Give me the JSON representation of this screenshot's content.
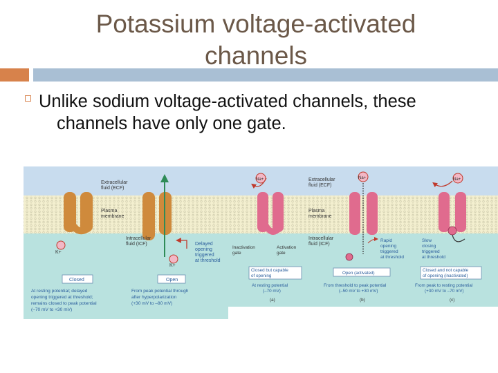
{
  "slide": {
    "title_line1": "Potassium voltage-activated",
    "title_line2": "channels",
    "body_line1": "Unlike sodium voltage-activated channels, these",
    "body_line2": "channels have only one gate."
  },
  "k_panel": {
    "ecf": [
      "Extracellular",
      "fluid (ECF)"
    ],
    "membrane": [
      "Plasma",
      "membrane"
    ],
    "icf": [
      "Intracellular",
      "fluid (ICF)"
    ],
    "ion": "K+",
    "delayed": [
      "Delayed",
      "opening",
      "triggered",
      "at threshold"
    ],
    "closed": "Closed",
    "open": "Open",
    "desc_left": [
      "At resting potential; delayed",
      "opening triggered at threshold;",
      "remains closed to peak potential",
      "(–70 mV to +30 mV)"
    ],
    "desc_right": [
      "From peak potential through",
      "after hyperpolarization",
      "(+30 mV to –80 mV)"
    ]
  },
  "na_panel": {
    "ion": "Na+",
    "ecf": [
      "Extracellular",
      "fluid (ECF)"
    ],
    "membrane": [
      "Plasma",
      "membrane"
    ],
    "icf": [
      "Intracellular",
      "fluid (ICF)"
    ],
    "inactivation_gate": [
      "Inactivation",
      "gate"
    ],
    "activation_gate": [
      "Activation",
      "gate"
    ],
    "rapid": [
      "Rapid",
      "opening",
      "triggered",
      "at threshold"
    ],
    "slow": [
      "Slow",
      "closing",
      "triggered",
      "at threshold"
    ],
    "state_a": [
      "Closed but capable",
      "of opening"
    ],
    "state_b": "Open (activated)",
    "state_c": [
      "Closed and not capable",
      "of opening (inactivated)"
    ],
    "desc_a": [
      "At resting potential",
      "(–70 mV)"
    ],
    "desc_b": [
      "From threshold to peak potential",
      "(–50 mV to +30 mV)"
    ],
    "desc_c": [
      "From peak to resting potential",
      "(+30 mV to –70 mV)"
    ],
    "label_a": "(a)",
    "label_b": "(b)",
    "label_c": "(c)"
  },
  "colors": {
    "title": "#6b5848",
    "accent_orange": "#d7824b",
    "accent_blue": "#a9bfd4",
    "k_channel": "#cf8a3c",
    "na_channel": "#e06b8e",
    "ecf": "#c8dcee",
    "icf": "#b9e2df"
  }
}
